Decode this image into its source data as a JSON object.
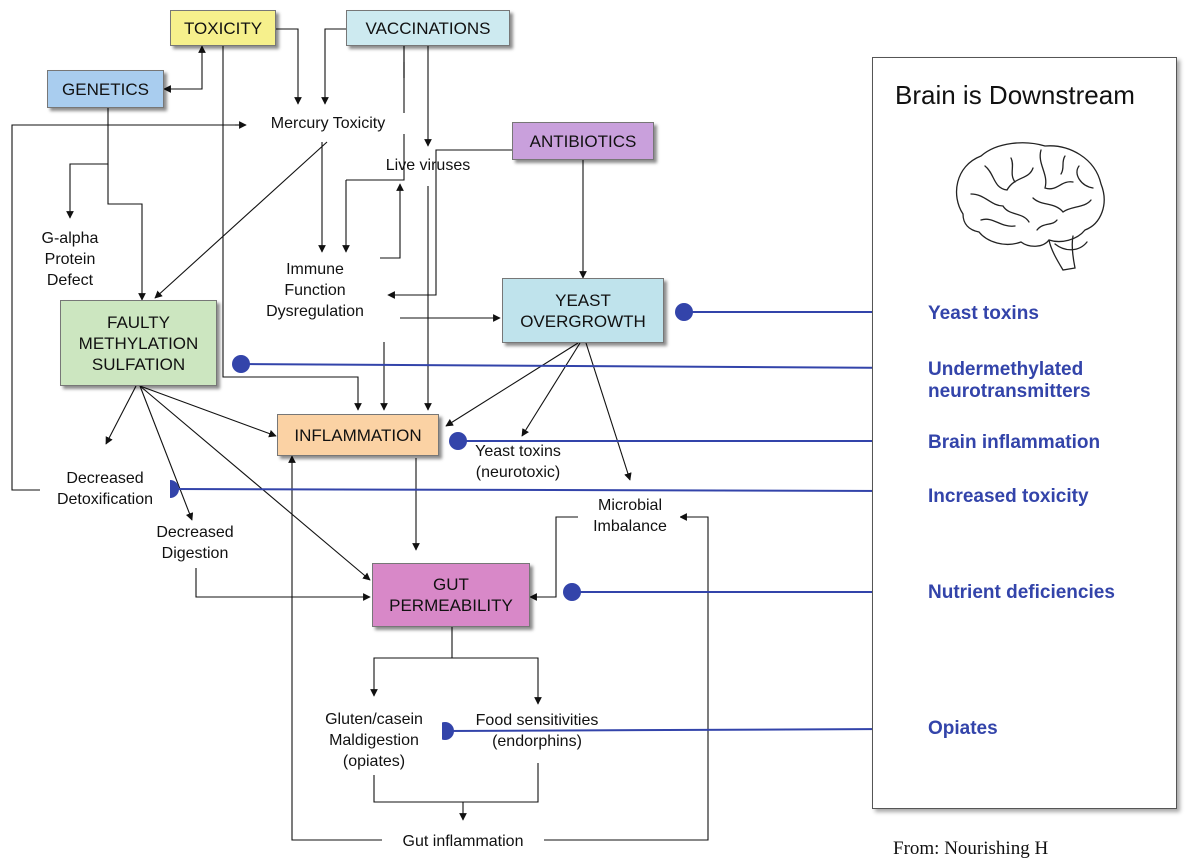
{
  "boxes": {
    "toxicity": "TOXICITY",
    "vaccinations": "VACCINATIONS",
    "genetics": "GENETICS",
    "antibiotics": "ANTIBIOTICS",
    "methylation": "FAULTY\nMETHYLATION\nSULFATION",
    "yeast_overgrowth": "YEAST\nOVERGROWTH",
    "inflammation": "INFLAMMATION",
    "gut_permeability": "GUT\nPERMEABILITY"
  },
  "labels": {
    "mercury_toxicity": "Mercury Toxicity",
    "live_viruses": "Live viruses",
    "g_alpha": "G-alpha\nProtein\nDefect",
    "immune": "Immune\nFunction\nDysregulation",
    "decreased_detox": "Decreased\nDetoxification",
    "decreased_digestion": "Decreased\nDigestion",
    "yeast_toxins_neuro": "Yeast toxins\n(neurotoxic)",
    "microbial_imbalance": "Microbial\nImbalance",
    "gluten_casein": "Gluten/casein\nMaldigestion\n(opiates)",
    "food_sensitivities": "Food sensitivities\n(endorphins)",
    "gut_inflammation": "Gut inflammation"
  },
  "panel": {
    "title": "Brain is Downstream",
    "icon": "brain-icon"
  },
  "outcomes": {
    "yeast_toxins": "Yeast toxins",
    "undermethylated": "Undermethylated\nneurotransmitters",
    "brain_inflammation": "Brain inflammation",
    "increased_toxicity": "Increased toxicity",
    "nutrient_deficiencies": "Nutrient deficiencies",
    "opiates": "Opiates"
  },
  "source_text": "From: Nourishing H",
  "colors": {
    "toxicity": "#f6f08c",
    "vaccinations": "#cdeaf0",
    "genetics": "#a9cdef",
    "antibiotics": "#c9a0dc",
    "methylation": "#cce6c0",
    "yeast_overgrowth": "#bfe3ec",
    "inflammation": "#fbd2a4",
    "gut_permeability": "#d888c8",
    "outcome_arrow": "#3344aa"
  }
}
